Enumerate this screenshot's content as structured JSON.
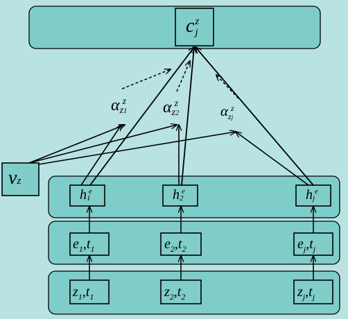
{
  "colors": {
    "background": "#b9e3e3",
    "panel_fill": "#7fcdca",
    "box_fill": "#80cdc9",
    "stroke": "#000000"
  },
  "output": {
    "c_base": "c",
    "c_sup": "z",
    "c_sub": "j"
  },
  "query": {
    "base": "v",
    "sub": "z"
  },
  "attention": [
    {
      "base": "α",
      "sup": "z",
      "sub": "z",
      "subsub": "1"
    },
    {
      "base": "α",
      "sup": "z",
      "sub": "z",
      "subsub": "2"
    },
    {
      "base": "α",
      "sup": "z",
      "sub": "z",
      "subsub": "j"
    }
  ],
  "hidden": [
    {
      "base": "h",
      "sup": "e",
      "sub": "1"
    },
    {
      "base": "h",
      "sup": "e",
      "sub": "2"
    },
    {
      "base": "h",
      "sup": "e",
      "sub": "j"
    }
  ],
  "embed": [
    {
      "a": "e",
      "a_sub": "1",
      "b": "t",
      "b_sub": "1"
    },
    {
      "a": "e",
      "a_sub": "2",
      "b": "t",
      "b_sub": "2"
    },
    {
      "a": "e",
      "a_sub": "j",
      "b": "t",
      "b_sub": "j"
    }
  ],
  "input": [
    {
      "a": "z",
      "a_sub": "1",
      "b": "t",
      "b_sub": "1"
    },
    {
      "a": "z",
      "a_sub": "2",
      "b": "t",
      "b_sub": "2"
    },
    {
      "a": "z",
      "a_sub": "j",
      "b": "t",
      "b_sub": "j"
    }
  ]
}
